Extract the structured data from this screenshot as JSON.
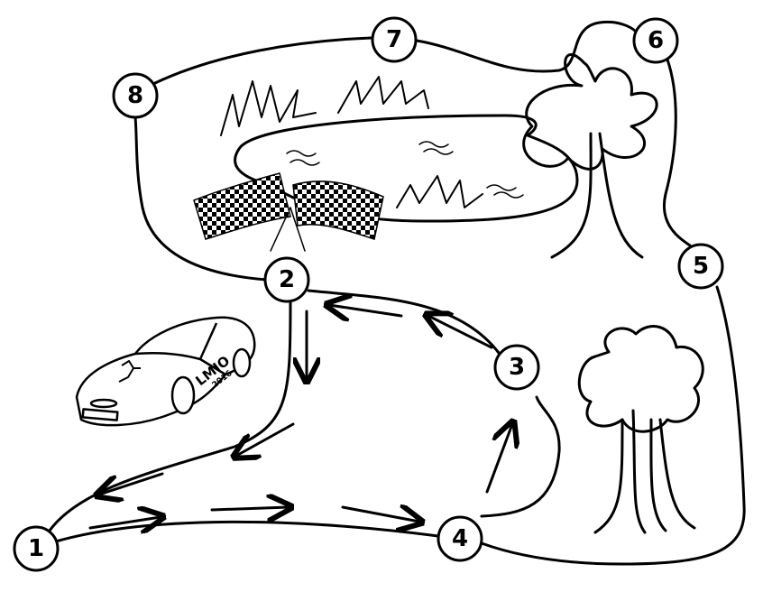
{
  "nodes": [
    {
      "label": "1"
    },
    {
      "label": "2"
    },
    {
      "label": "3"
    },
    {
      "label": "4"
    },
    {
      "label": "5"
    },
    {
      "label": "6"
    },
    {
      "label": "7"
    },
    {
      "label": "8"
    }
  ],
  "car": {
    "text": "LMIO",
    "year": "2016"
  },
  "colors": {
    "ink": "#000000",
    "paper": "#ffffff"
  }
}
